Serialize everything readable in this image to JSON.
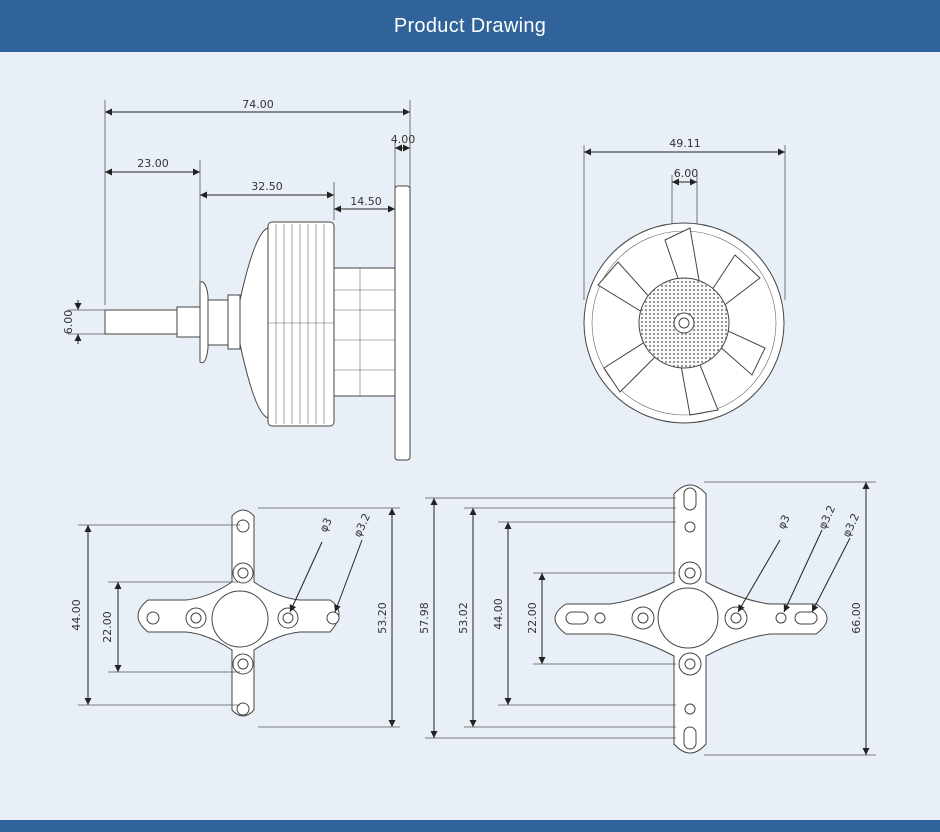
{
  "header": {
    "title": "Product Drawing"
  },
  "colors": {
    "header_bg": "#2f6399",
    "canvas_bg": "#e9eff6",
    "line": "#333333"
  },
  "side_view": {
    "overall_length": "74.00",
    "flange_thickness": "4.00",
    "shaft_length": "23.00",
    "body_length": "32.50",
    "mount_length": "14.50",
    "shaft_diameter": "6.00"
  },
  "front_view": {
    "outer_diameter": "49.11",
    "center_diameter": "6.00"
  },
  "mount_small": {
    "hole_diameter": "φ3",
    "hole_diameter_alt": "φ3.2",
    "outer_span": "44.00",
    "inner_span": "22.00",
    "overall_height": "53.20"
  },
  "mount_large": {
    "hole_diameter": "φ3",
    "hole_diameter_alt_1": "φ3.2",
    "hole_diameter_alt_2": "φ3.2",
    "overall_height": "57.98",
    "span_1": "53.02",
    "span_2": "44.00",
    "span_3": "22.00",
    "full_height": "66.00"
  }
}
